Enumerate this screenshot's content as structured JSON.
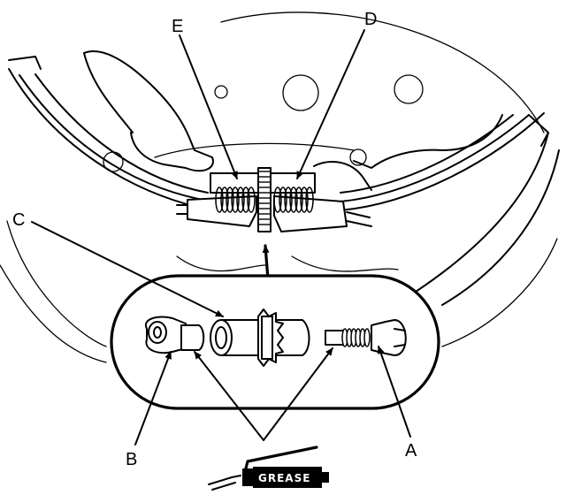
{
  "diagram": {
    "callouts": {
      "a": "A",
      "b": "B",
      "c": "C",
      "d": "D",
      "e": "E"
    },
    "grease_label": "GREASE"
  },
  "colors": {
    "line": "#000000",
    "background": "#ffffff"
  }
}
